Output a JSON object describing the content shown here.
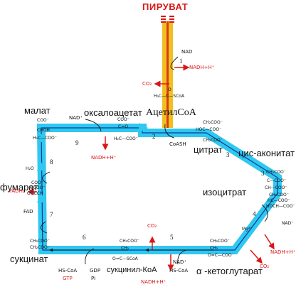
{
  "title": "ПИРУВАТ",
  "metabolites": {
    "acetyl_coa": "АцетилCoA",
    "citrate": "цитрат",
    "cis_aconitate": "цис-аконитат",
    "isocitrate": "изоцитрат",
    "alpha_ketoglutarate": "α -кетоглутарат",
    "succinyl_coa": "сукцинил-КоА",
    "succinate": "сукцинат",
    "fumarate": "фумарат",
    "malate": "малат",
    "oxaloacetate": "оксалоацетат"
  },
  "cofactors": {
    "nad_top": "NAD",
    "nadh_top": "NADH+H⁺",
    "co2_top": "CO₂",
    "coash": "CoASH",
    "nad_oxalo": "NAD⁺",
    "nadh_oxalo": "NADH+H⁺",
    "fadh2": "FADH₂",
    "fad": "FAD",
    "h2o": "H₂O",
    "nadh_right": "NADH+H⁺",
    "co2_right": "CO₂",
    "nad_right": "NAD⁺",
    "mg": "Mg²⁺",
    "nad_bottom": "NAD⁺",
    "hscoa_bottom": "HS-CoA",
    "nadh_bottom": "NADH+H⁺",
    "co2_bottom": "CO₂",
    "hscoa_left": "HS-CoA",
    "gtp": "GTP",
    "gdp": "GDP",
    "pi": "Pi"
  },
  "steps": [
    "1",
    "2",
    "3",
    "3",
    "4",
    "5",
    "6",
    "7",
    "8",
    "9"
  ],
  "formulas": {
    "acetyl": "H₃C—C—SCoA",
    "acetyl_o": "O",
    "citrate_1": "CH₂COO⁻",
    "citrate_2": "HOC—COO⁻",
    "citrate_3": "CH₂COO⁻",
    "cis_1": "CH₂COO⁻",
    "cis_2": "C—COO⁻",
    "cis_3": "CH—COO⁻",
    "iso_1": "CH₂COO⁻",
    "iso_2": "HC—COO⁻",
    "iso_3": "HOCH—COO⁻",
    "akg_1": "CH₂COO⁻",
    "akg_2": "CH₂",
    "akg_3": "O=C—COO⁻",
    "succoa_1": "CH₂COO⁻",
    "succoa_2": "CH₂",
    "succoa_3": "O=C—SCoA",
    "succ_1": "CH₂COO⁻",
    "succ_2": "CH₂COO⁻",
    "fum_1": "COO⁻",
    "fum_2": "HCCOO⁻",
    "fum_3": "OOCCH",
    "mal_1": "COO⁻",
    "mal_2": "CHOH",
    "mal_3": "H₂C—COO⁻",
    "oxa_1": "COO⁻",
    "oxa_2": "C=O",
    "oxa_3": "H₂C—COO⁻"
  },
  "colors": {
    "cycle": "#2fc8f0",
    "cycle_core": "#0a3a9a",
    "acetyl_bar": "#f0c020",
    "release": "#d81818",
    "text": "#111111"
  }
}
